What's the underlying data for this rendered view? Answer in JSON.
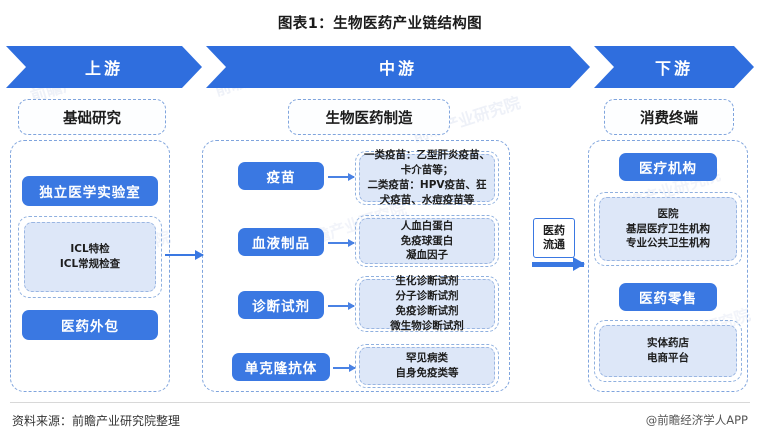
{
  "title": "图表1：生物医药产业链结构图",
  "banner": {
    "upstream": "上游",
    "midstream": "中游",
    "downstream": "下游"
  },
  "sections": {
    "upstream_header": "基础研究",
    "midstream_header": "生物医药制造",
    "downstream_header": "消费终端"
  },
  "upstream": {
    "nodes": [
      {
        "label": "独立医学实验室"
      },
      {
        "label": "医药外包"
      }
    ],
    "detail": {
      "lines": [
        "ICL特检",
        "ICL常规检查"
      ]
    }
  },
  "midstream": {
    "rows": [
      {
        "node": "疫苗",
        "detail": [
          "一类疫苗：乙型肝炎疫苗、",
          "卡介苗等；",
          "二类疫苗：HPV疫苗、狂",
          "犬疫苗、水痘疫苗等"
        ]
      },
      {
        "node": "血液制品",
        "detail": [
          "人血白蛋白",
          "免疫球蛋白",
          "凝血因子"
        ]
      },
      {
        "node": "诊断试剂",
        "detail": [
          "生化诊断试剂",
          "分子诊断试剂",
          "免疫诊断试剂",
          "微生物诊断试剂"
        ]
      },
      {
        "node": "单克隆抗体",
        "detail": [
          "罕见病类",
          "自身免疫类等"
        ]
      }
    ]
  },
  "flow": {
    "line1": "医药",
    "line2": "流通"
  },
  "downstream": {
    "rows": [
      {
        "node": "医疗机构",
        "detail": [
          "医院",
          "基层医疗卫生机构",
          "专业公共卫生机构"
        ]
      },
      {
        "node": "医药零售",
        "detail": [
          "实体药店",
          "电商平台"
        ]
      }
    ]
  },
  "footer": {
    "source": "资料来源：前瞻产业研究院整理",
    "brand": "@前瞻经济学人APP"
  },
  "watermark": "前瞻产业研究院",
  "colors": {
    "accent_blue": "#3a78e2",
    "banner_blue": "#2f6ede",
    "detail_fill": "#dde7f8",
    "dash_border": "#7fa4dd"
  }
}
